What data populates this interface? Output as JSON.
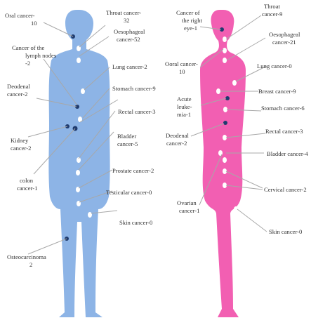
{
  "colors": {
    "male_body": "#8db4e6",
    "female_body": "#f25fb2",
    "leader_line": "#a8a8a8",
    "organ_dot": "#1f3b6e",
    "marker": "#ffffff",
    "text": "#333333"
  },
  "male": {
    "labels": [
      {
        "id": "oral",
        "lines": [
          "Oral cancer-",
          "10"
        ]
      },
      {
        "id": "throat",
        "lines": [
          "Throat cancer-",
          "32"
        ]
      },
      {
        "id": "oesophageal",
        "lines": [
          "Oesophageal",
          "cancer-52"
        ]
      },
      {
        "id": "lymph",
        "lines": [
          "Cancer of the",
          "lymph nodes",
          "-2"
        ]
      },
      {
        "id": "lung",
        "lines": [
          "Lung cancer-2"
        ]
      },
      {
        "id": "deodenal",
        "lines": [
          "Deodenal",
          "cancer-2"
        ]
      },
      {
        "id": "stomach",
        "lines": [
          "Stomach cancer-9"
        ]
      },
      {
        "id": "rectal",
        "lines": [
          "Rectal cancer-3"
        ]
      },
      {
        "id": "kidney",
        "lines": [
          "Kidney",
          "cancer-2"
        ]
      },
      {
        "id": "bladder",
        "lines": [
          "Bladder",
          "cancer-5"
        ]
      },
      {
        "id": "colon",
        "lines": [
          "colon",
          "cancer-1"
        ]
      },
      {
        "id": "prostate",
        "lines": [
          "Prostate cancer-2"
        ]
      },
      {
        "id": "testicular",
        "lines": [
          "Testicular cancer-0"
        ]
      },
      {
        "id": "skin",
        "lines": [
          "Skin cancer-0"
        ]
      },
      {
        "id": "osteo",
        "lines": [
          "Osteocarcinoma",
          "2"
        ]
      }
    ]
  },
  "female": {
    "labels": [
      {
        "id": "right-eye",
        "lines": [
          "Cancer of",
          "the right",
          "eye-1"
        ]
      },
      {
        "id": "throat",
        "lines": [
          "Throat",
          "cancer-9"
        ]
      },
      {
        "id": "oesophageal",
        "lines": [
          "Oesophageal",
          "cancer-21"
        ]
      },
      {
        "id": "oral",
        "lines": [
          "Ooral cancer-",
          "10"
        ]
      },
      {
        "id": "lung",
        "lines": [
          "Lung cancer-0"
        ]
      },
      {
        "id": "breast",
        "lines": [
          "Breast cancer-9"
        ]
      },
      {
        "id": "leukemia",
        "lines": [
          "Acute",
          "leuke-",
          "mia-1"
        ]
      },
      {
        "id": "stomach",
        "lines": [
          "Stomach cancer-6"
        ]
      },
      {
        "id": "deodenal",
        "lines": [
          "Deodenal",
          "cancer-2"
        ]
      },
      {
        "id": "rectal",
        "lines": [
          "Rectal cancer-3"
        ]
      },
      {
        "id": "bladder",
        "lines": [
          "Bladder cancer-4"
        ]
      },
      {
        "id": "ovarian",
        "lines": [
          "Ovarian",
          "cancer-1"
        ]
      },
      {
        "id": "cervical",
        "lines": [
          "Cervical cancer-2"
        ]
      },
      {
        "id": "skin",
        "lines": [
          "Skin cancer-0"
        ]
      }
    ]
  }
}
